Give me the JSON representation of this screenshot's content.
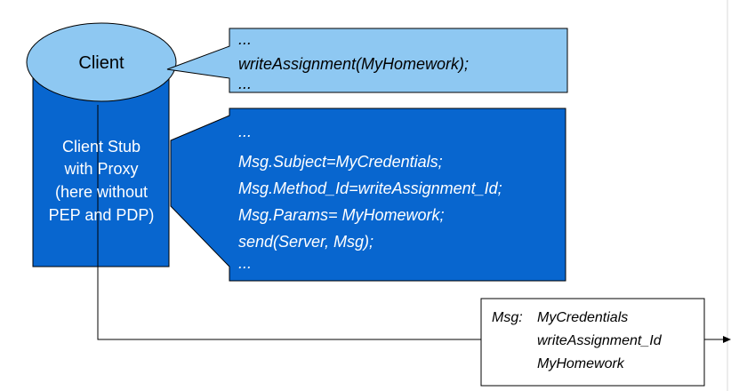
{
  "client": {
    "label": "Client"
  },
  "stub": {
    "lines": [
      "Client Stub",
      "with Proxy",
      "(here without",
      "PEP and PDP)"
    ]
  },
  "call_callout": {
    "lines": [
      "...",
      "writeAssignment(MyHomework);",
      "..."
    ]
  },
  "stub_callout": {
    "lines": [
      "...",
      "Msg.Subject=MyCredentials;",
      "Msg.Method_Id=writeAssignment_Id;",
      "Msg.Params= MyHomework;",
      "send(Server, Msg);",
      "..."
    ]
  },
  "message_box": {
    "prefix": "Msg:",
    "fields": [
      "MyCredentials",
      "writeAssignment_Id",
      "MyHomework"
    ]
  },
  "colors": {
    "light_blue": "#8ec8f2",
    "dark_blue": "#0866cf",
    "outline": "#000000"
  }
}
